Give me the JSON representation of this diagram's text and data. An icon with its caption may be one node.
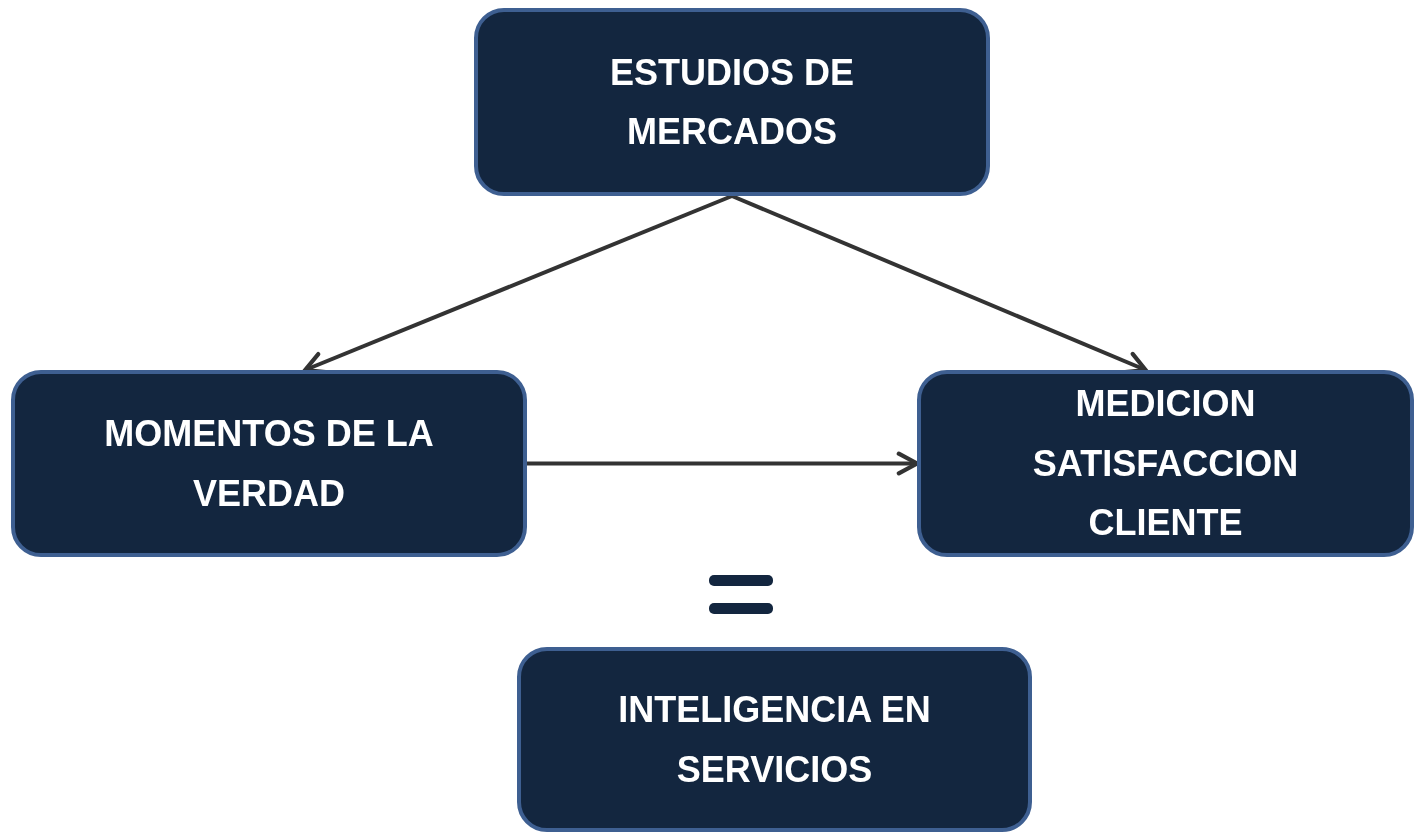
{
  "diagram": {
    "nodes": [
      {
        "text": [
          "ESTUDIOS DE MERCADOS"
        ]
      },
      {
        "text": [
          "MOMENTOS DE LA VERDAD"
        ]
      },
      {
        "text": [
          "MEDICION SATISFACCION CLIENTE"
        ]
      },
      {
        "text": [
          "INTELIGENCIA EN SERVICIOS"
        ]
      }
    ],
    "edges": [
      {
        "from": 0,
        "to": 1,
        "arrow": "to"
      },
      {
        "from": 0,
        "to": 2,
        "arrow": "to"
      },
      {
        "from": 1,
        "to": 2,
        "arrow": "to"
      }
    ]
  }
}
